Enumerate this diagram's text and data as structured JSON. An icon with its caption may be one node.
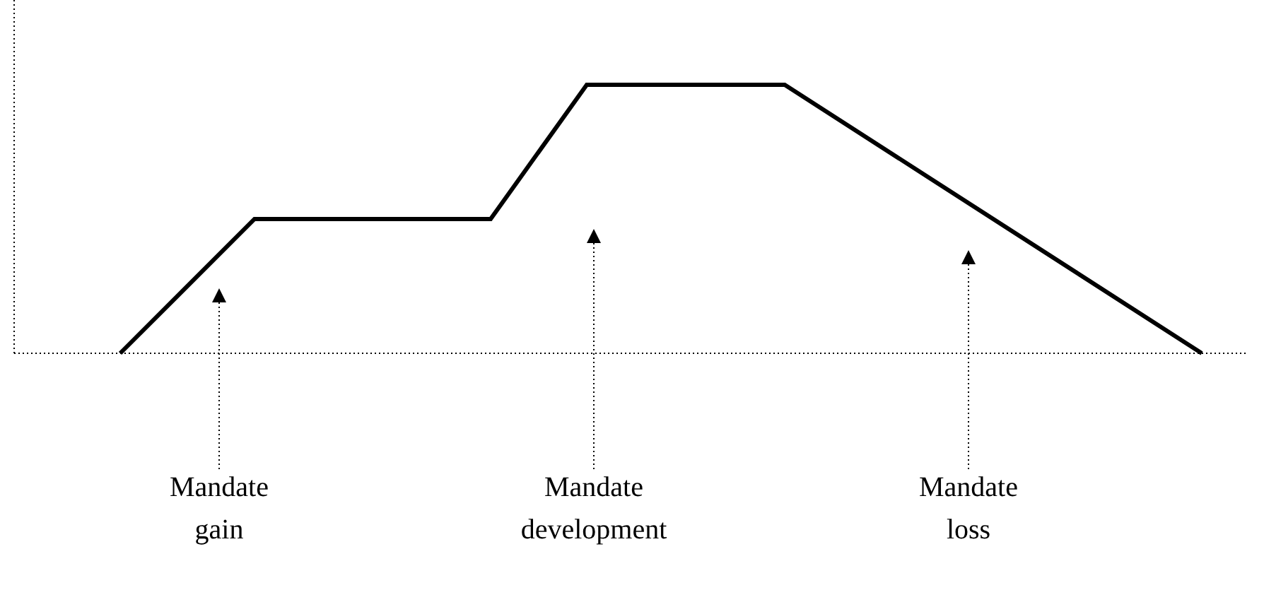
{
  "diagram": {
    "nodes": [
      {
        "text": [
          "Mandate gain"
        ]
      },
      {
        "text": [
          "Mandate development"
        ]
      },
      {
        "text": [
          "Mandate loss"
        ]
      }
    ],
    "edges": [
      {
        "from": 0,
        "to": null,
        "arrow": "to",
        "style": "dashed"
      },
      {
        "from": 1,
        "to": null,
        "arrow": "to",
        "style": "dashed"
      },
      {
        "from": 2,
        "to": null,
        "arrow": "to",
        "style": "dashed"
      }
    ]
  }
}
